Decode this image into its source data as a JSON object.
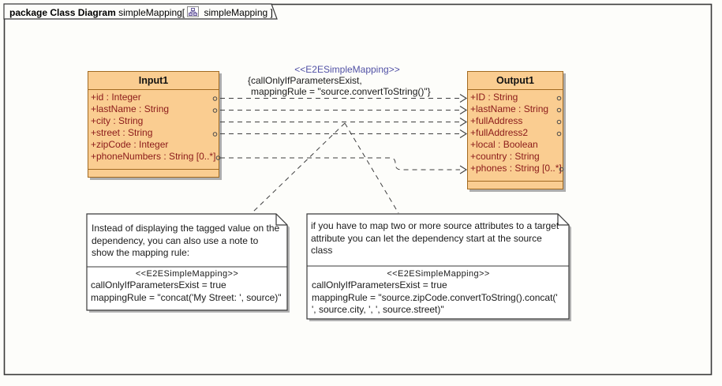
{
  "frame": {
    "header_bold": "package Class Diagram",
    "header_mid": "simpleMapping[",
    "header_tab_name": "simpleMapping",
    "header_close": "]"
  },
  "classes": {
    "input": {
      "title": "Input1",
      "attributes": [
        "+id : Integer",
        "+lastName : String",
        "+city : String",
        "+street : String",
        "+zipCode : Integer",
        "+phoneNumbers : String [0..*]"
      ]
    },
    "output": {
      "title": "Output1",
      "attributes": [
        "+ID : String",
        "+lastName : String",
        "+fullAddress",
        "+fullAddress2",
        "+local : Boolean",
        "+country : String",
        "+phones : String [0..*]"
      ]
    }
  },
  "dependency_label": {
    "stereotype": "<<E2ESimpleMapping>>",
    "line1": "{callOnlyIfParametersExist,",
    "line2": "mappingRule = \"source.convertToString()\"}"
  },
  "notes": [
    {
      "body": "Instead of displaying the tagged value on the\ndependency, you can also use a note to\nshow the mapping rule:",
      "stereotype": "<<E2ESimpleMapping>>",
      "tags": "callOnlyIfParametersExist = true\nmappingRule = \"concat('My Street: ', source)\""
    },
    {
      "body": "if you have to map two or more source attributes to a target\nattribute you can let the dependency start at the source\nclass",
      "stereotype": "<<E2ESimpleMapping>>",
      "tags": "callOnlyIfParametersExist = true\nmappingRule = \"source.zipCode.convertToString().concat('\n', source.city, ', ', source.street)\""
    }
  ],
  "icons": {
    "tab_icon": "class-diagram-icon"
  },
  "colors": {
    "class_fill": "#FACD91",
    "class_border": "#A16A21",
    "attribute_text": "#8B1A1A",
    "stereotype_text": "#5151A5",
    "line": "#3F3F3F",
    "shadow": "#ADADAD"
  }
}
